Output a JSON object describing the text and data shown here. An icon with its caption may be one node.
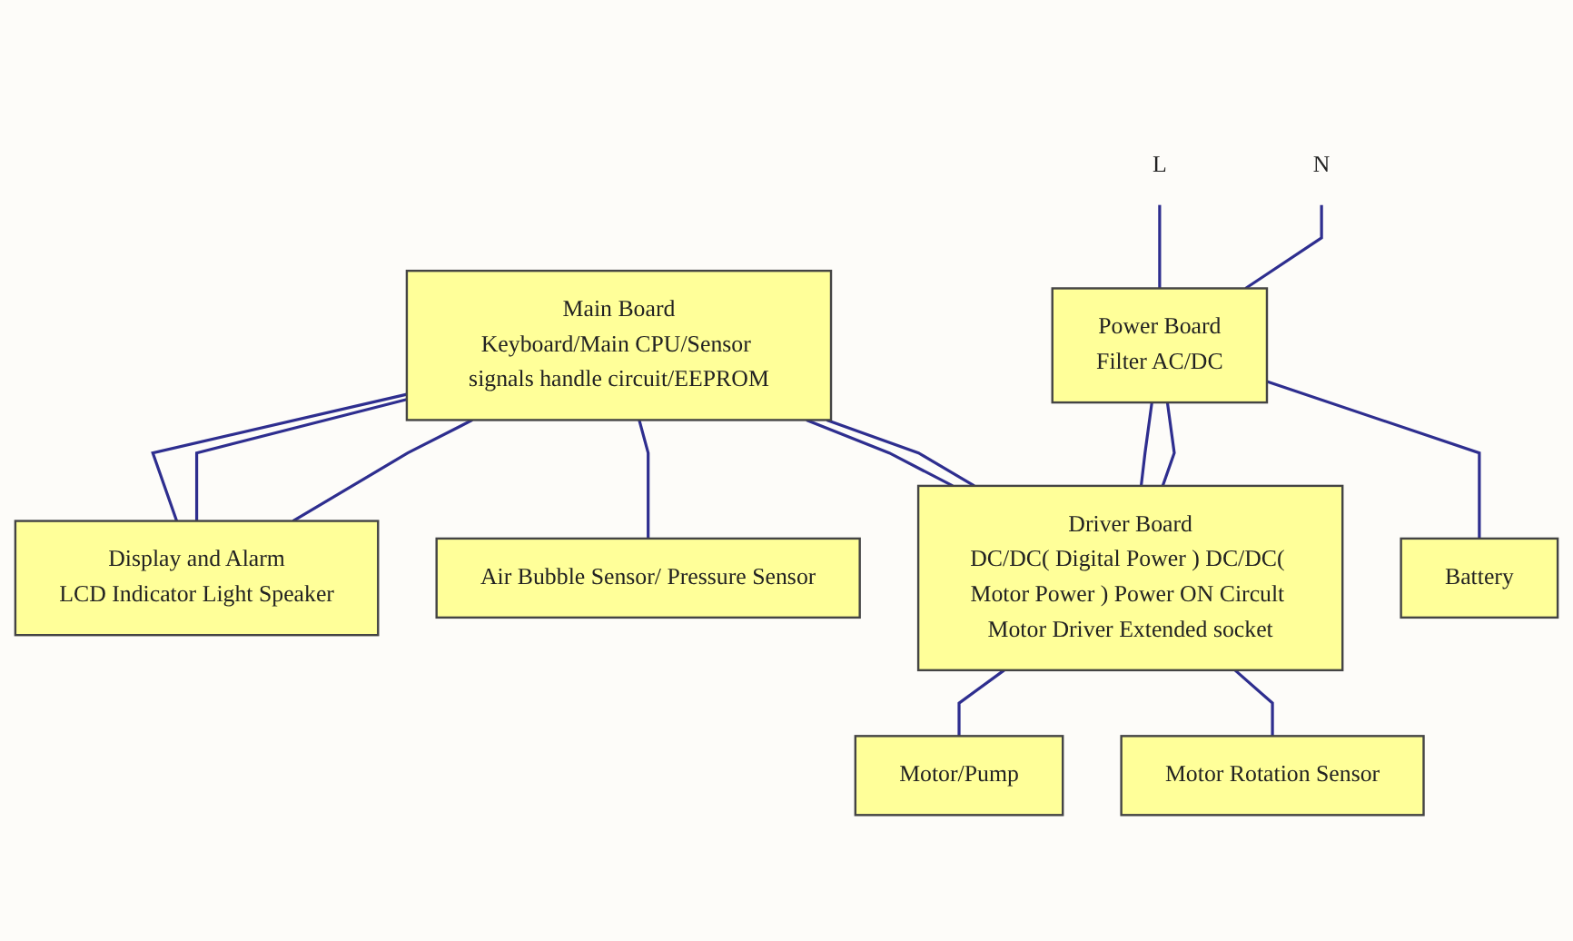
{
  "diagram": {
    "nodes": [
      {
        "text": [
          "Main Board",
          "Keyboard/Main CPU/Sensor signals handle circuit/EEPROM"
        ]
      },
      {
        "text": [
          "Display and Alarm",
          "LCD Indicator Light Speaker"
        ]
      },
      {
        "text": [
          "Power Board",
          "Filter AC/DC"
        ]
      },
      {
        "text": [
          "Driver Board",
          "DC/DC( Digital Power ) DC/DC( Motor Power ) Power ON Circult Motor Driver Extended socket"
        ]
      },
      {
        "text": [
          "Air Bubble Sensor/ Pressure Sensor"
        ]
      },
      {
        "text": [
          "L"
        ]
      },
      {
        "text": [
          "N"
        ]
      },
      {
        "text": [
          "Battery"
        ]
      },
      {
        "text": [
          "Motor/Pump"
        ]
      },
      {
        "text": [
          "Motor Rotation Sensor"
        ]
      }
    ],
    "edges": [
      {
        "from": 0,
        "to": 1,
        "arrow": "none"
      },
      {
        "from": 0,
        "to": 1,
        "arrow": "none"
      },
      {
        "from": 0,
        "to": 1,
        "arrow": "none"
      },
      {
        "from": 0,
        "to": 4,
        "arrow": "none"
      },
      {
        "from": 0,
        "to": 3,
        "arrow": "none"
      },
      {
        "from": 0,
        "to": 3,
        "arrow": "none"
      },
      {
        "from": 5,
        "to": 2,
        "arrow": "none"
      },
      {
        "from": 6,
        "to": 2,
        "arrow": "none"
      },
      {
        "from": 2,
        "to": 3,
        "arrow": "none"
      },
      {
        "from": 2,
        "to": 3,
        "arrow": "none"
      },
      {
        "from": 2,
        "to": 7,
        "arrow": "none"
      },
      {
        "from": 3,
        "to": 8,
        "arrow": "none"
      },
      {
        "from": 3,
        "to": 9,
        "arrow": "none"
      }
    ]
  }
}
